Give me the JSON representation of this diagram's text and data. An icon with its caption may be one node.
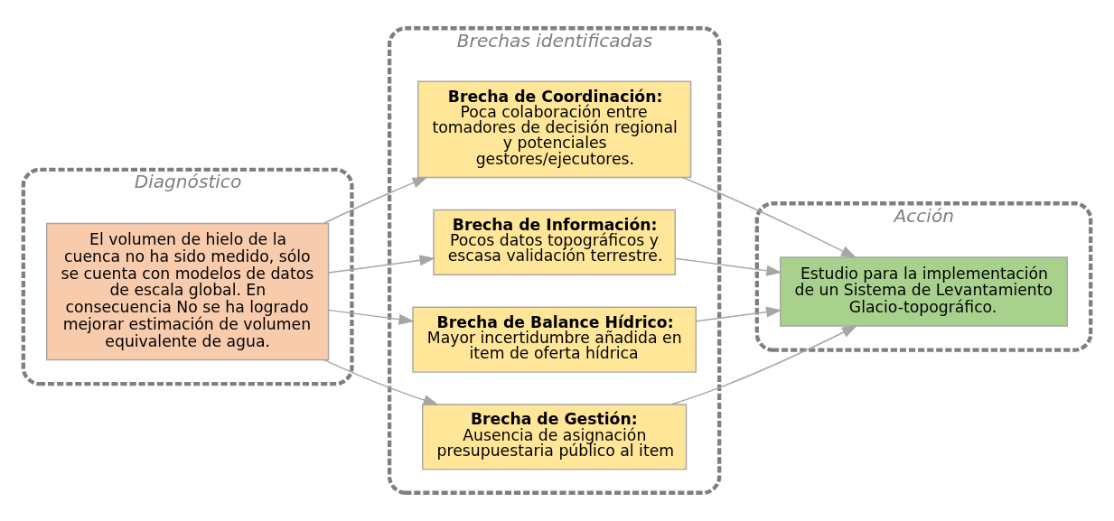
{
  "diagram": {
    "nodes": [
      {
        "text": [
          "Diagnóstico"
        ]
      },
      {
        "text": [
          "El volumen de hielo de la cuenca no ha sido medido, sólo se cuenta con modelos de datos de escala global. En consecuencia No se ha logrado mejorar estimación de volumen equivalente de agua."
        ],
        "in": 0
      },
      {
        "text": [
          "Brechas identificadas"
        ]
      },
      {
        "text": [
          "Brecha de Coordinación:",
          "Poca colaboración entre tomadores de decisión regional y potenciales gestores/ejecutores."
        ],
        "in": 2
      },
      {
        "text": [
          "Brecha de Información:",
          "Pocos datos topográficos y escasa validación terrestre."
        ],
        "in": 2
      },
      {
        "text": [
          "Brecha de Balance Hídrico:",
          "Mayor incertidumbre añadida en item de oferta hídrica"
        ],
        "in": 2
      },
      {
        "text": [
          "Brecha de Gestión:",
          "Ausencia de asignación presupuestaria público al item"
        ],
        "in": 2
      },
      {
        "text": [
          "Acción"
        ]
      },
      {
        "text": [
          "Estudio para la implementación de un Sistema de Levantamiento Glacio-topográfico."
        ],
        "in": 7
      }
    ],
    "edges": [
      {
        "from": 1,
        "to": 3,
        "arrow": "to"
      },
      {
        "from": 1,
        "to": 4,
        "arrow": "to"
      },
      {
        "from": 1,
        "to": 5,
        "arrow": "to"
      },
      {
        "from": 1,
        "to": 6,
        "arrow": "to"
      },
      {
        "from": 3,
        "to": 8,
        "arrow": "to"
      },
      {
        "from": 4,
        "to": 8,
        "arrow": "to"
      },
      {
        "from": 5,
        "to": 8,
        "arrow": "to"
      },
      {
        "from": 6,
        "to": 8,
        "arrow": "to"
      }
    ]
  }
}
